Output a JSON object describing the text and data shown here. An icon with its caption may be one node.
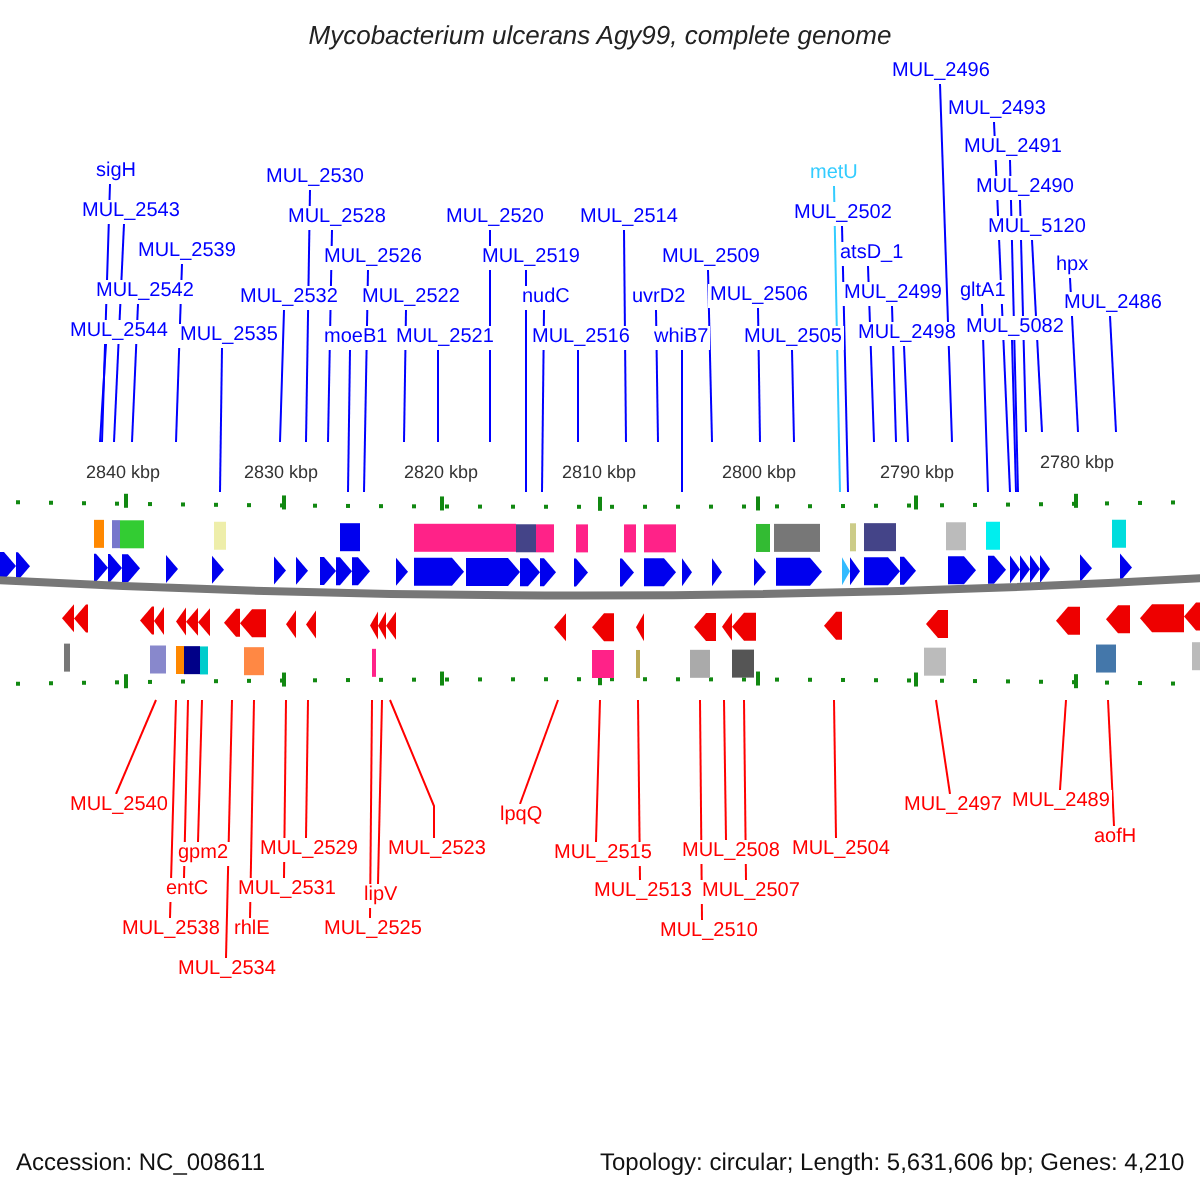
{
  "diagram": {
    "title": "Mycobacterium ulcerans Agy99, complete genome",
    "nodes": [
      {
        "text": [
          "sigH"
        ]
      },
      {
        "text": [
          "MUL_2543"
        ]
      },
      {
        "text": [
          "MUL_2542"
        ]
      },
      {
        "text": [
          "MUL_2544"
        ]
      },
      {
        "text": [
          "MUL_2539"
        ]
      },
      {
        "text": [
          "MUL_2535"
        ]
      },
      {
        "text": [
          "MUL_2532"
        ]
      },
      {
        "text": [
          "MUL_2530"
        ]
      },
      {
        "text": [
          "MUL_2528"
        ]
      },
      {
        "text": [
          "moeB1"
        ]
      },
      {
        "text": [
          "MUL_2526"
        ]
      },
      {
        "text": [
          "MUL_2522"
        ]
      },
      {
        "text": [
          "MUL_2521"
        ]
      },
      {
        "text": [
          "MUL_2520"
        ]
      },
      {
        "text": [
          "MUL_2519"
        ]
      },
      {
        "text": [
          "nudC"
        ]
      },
      {
        "text": [
          "MUL_2516"
        ]
      },
      {
        "text": [
          "MUL_2514"
        ]
      },
      {
        "text": [
          "uvrD2"
        ]
      },
      {
        "text": [
          "whiB7"
        ]
      },
      {
        "text": [
          "MUL_2509"
        ]
      },
      {
        "text": [
          "MUL_2506"
        ]
      },
      {
        "text": [
          "MUL_2505"
        ]
      },
      {
        "text": [
          "metU"
        ]
      },
      {
        "text": [
          "MUL_2502"
        ]
      },
      {
        "text": [
          "atsD_1"
        ]
      },
      {
        "text": [
          "MUL_2499"
        ]
      },
      {
        "text": [
          "MUL_2498"
        ]
      },
      {
        "text": [
          "MUL_2496"
        ]
      },
      {
        "text": [
          "MUL_2493"
        ]
      },
      {
        "text": [
          "MUL_2491"
        ]
      },
      {
        "text": [
          "MUL_2490"
        ]
      },
      {
        "text": [
          "MUL_5120"
        ]
      },
      {
        "text": [
          "gltA1"
        ]
      },
      {
        "text": [
          "MUL_5082"
        ]
      },
      {
        "text": [
          "hpx"
        ]
      },
      {
        "text": [
          "MUL_2486"
        ]
      },
      {
        "text": [
          "MUL_2540"
        ]
      },
      {
        "text": [
          "gpm2"
        ]
      },
      {
        "text": [
          "entC"
        ]
      },
      {
        "text": [
          "MUL_2538"
        ]
      },
      {
        "text": [
          "rhlE"
        ]
      },
      {
        "text": [
          "MUL_2534"
        ]
      },
      {
        "text": [
          "MUL_2529"
        ]
      },
      {
        "text": [
          "MUL_2531"
        ]
      },
      {
        "text": [
          "lipV"
        ]
      },
      {
        "text": [
          "MUL_2525"
        ]
      },
      {
        "text": [
          "MUL_2523"
        ]
      },
      {
        "text": [
          "lpqQ"
        ]
      },
      {
        "text": [
          "MUL_2515"
        ]
      },
      {
        "text": [
          "MUL_2513"
        ]
      },
      {
        "text": [
          "MUL_2510"
        ]
      },
      {
        "text": [
          "MUL_2508"
        ]
      },
      {
        "text": [
          "MUL_2507"
        ]
      },
      {
        "text": [
          "MUL_2504"
        ]
      },
      {
        "text": [
          "MUL_2497"
        ]
      },
      {
        "text": [
          "MUL_2489"
        ]
      },
      {
        "text": [
          "aofH"
        ]
      }
    ],
    "edges": [
      {
        "from": 0,
        "to": null,
        "arrow": "none"
      },
      {
        "from": 1,
        "to": null,
        "arrow": "none"
      },
      {
        "from": 2,
        "to": null,
        "arrow": "none"
      },
      {
        "from": 3,
        "to": null,
        "arrow": "none"
      },
      {
        "from": 4,
        "to": null,
        "arrow": "none"
      },
      {
        "from": 5,
        "to": null,
        "arrow": "none"
      },
      {
        "from": 6,
        "to": null,
        "arrow": "none"
      },
      {
        "from": 7,
        "to": null,
        "arrow": "none"
      },
      {
        "from": 8,
        "to": null,
        "arrow": "none"
      },
      {
        "from": 9,
        "to": null,
        "arrow": "none"
      },
      {
        "from": 10,
        "to": null,
        "arrow": "none"
      },
      {
        "from": 11,
        "to": null,
        "arrow": "none"
      },
      {
        "from": 12,
        "to": null,
        "arrow": "none"
      },
      {
        "from": 13,
        "to": null,
        "arrow": "none"
      },
      {
        "from": 14,
        "to": null,
        "arrow": "none"
      },
      {
        "from": 15,
        "to": null,
        "arrow": "none"
      },
      {
        "from": 16,
        "to": null,
        "arrow": "none"
      },
      {
        "from": 17,
        "to": null,
        "arrow": "none"
      },
      {
        "from": 18,
        "to": null,
        "arrow": "none"
      },
      {
        "from": 19,
        "to": null,
        "arrow": "none"
      },
      {
        "from": 20,
        "to": null,
        "arrow": "none"
      },
      {
        "from": 21,
        "to": null,
        "arrow": "none"
      },
      {
        "from": 22,
        "to": null,
        "arrow": "none"
      },
      {
        "from": 23,
        "to": null,
        "arrow": "none",
        "color": "#33ccff"
      },
      {
        "from": 24,
        "to": null,
        "arrow": "none"
      },
      {
        "from": 25,
        "to": null,
        "arrow": "none"
      },
      {
        "from": 26,
        "to": null,
        "arrow": "none"
      },
      {
        "from": 27,
        "to": null,
        "arrow": "none"
      },
      {
        "from": 28,
        "to": null,
        "arrow": "none"
      },
      {
        "from": 29,
        "to": null,
        "arrow": "none"
      },
      {
        "from": 30,
        "to": null,
        "arrow": "none"
      },
      {
        "from": 31,
        "to": null,
        "arrow": "none"
      },
      {
        "from": 32,
        "to": null,
        "arrow": "none"
      },
      {
        "from": 33,
        "to": null,
        "arrow": "none"
      },
      {
        "from": 34,
        "to": null,
        "arrow": "none"
      },
      {
        "from": 35,
        "to": null,
        "arrow": "none"
      },
      {
        "from": 36,
        "to": null,
        "arrow": "none"
      },
      {
        "from": 37,
        "to": null,
        "arrow": "none",
        "color": "#ff0000"
      },
      {
        "from": 38,
        "to": null,
        "arrow": "none",
        "color": "#ff0000"
      },
      {
        "from": 39,
        "to": null,
        "arrow": "none",
        "color": "#ff0000"
      },
      {
        "from": 40,
        "to": null,
        "arrow": "none",
        "color": "#ff0000"
      },
      {
        "from": 41,
        "to": null,
        "arrow": "none",
        "color": "#ff0000"
      },
      {
        "from": 42,
        "to": null,
        "arrow": "none",
        "color": "#ff0000"
      },
      {
        "from": 43,
        "to": null,
        "arrow": "none",
        "color": "#ff0000"
      },
      {
        "from": 44,
        "to": null,
        "arrow": "none",
        "color": "#ff0000"
      },
      {
        "from": 45,
        "to": null,
        "arrow": "none",
        "color": "#ff0000"
      },
      {
        "from": 46,
        "to": null,
        "arrow": "none",
        "color": "#ff0000"
      },
      {
        "from": 47,
        "to": null,
        "arrow": "none",
        "color": "#ff0000"
      },
      {
        "from": 48,
        "to": null,
        "arrow": "none",
        "color": "#ff0000"
      },
      {
        "from": 49,
        "to": null,
        "arrow": "none",
        "color": "#ff0000"
      },
      {
        "from": 50,
        "to": null,
        "arrow": "none",
        "color": "#ff0000"
      },
      {
        "from": 51,
        "to": null,
        "arrow": "none",
        "color": "#ff0000"
      },
      {
        "from": 52,
        "to": null,
        "arrow": "none",
        "color": "#ff0000"
      },
      {
        "from": 53,
        "to": null,
        "arrow": "none",
        "color": "#ff0000"
      },
      {
        "from": 54,
        "to": null,
        "arrow": "none",
        "color": "#ff0000"
      },
      {
        "from": 55,
        "to": null,
        "arrow": "none",
        "color": "#ff0000"
      },
      {
        "from": 56,
        "to": null,
        "arrow": "none",
        "color": "#ff0000"
      },
      {
        "from": 57,
        "to": null,
        "arrow": "none",
        "color": "#ff0000"
      }
    ],
    "labels": [
      "2840 kbp",
      "2830 kbp",
      "2820 kbp",
      "2810 kbp",
      "2800 kbp",
      "2790 kbp",
      "2780 kbp",
      "Accession: NC_008611",
      "Topology: circular; Length: 5,631,606 bp; Genes: 4,210"
    ]
  }
}
